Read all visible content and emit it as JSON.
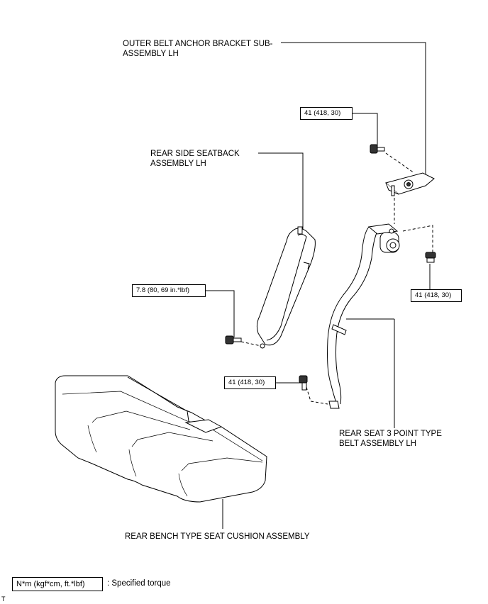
{
  "labels": {
    "outer_bracket": [
      "OUTER BELT ANCHOR BRACKET SUB-",
      "ASSEMBLY LH"
    ],
    "rear_side_seatback": [
      "REAR SIDE SEATBACK",
      "ASSEMBLY LH"
    ],
    "rear_seat_belt": [
      "REAR SEAT 3 POINT TYPE",
      "BELT ASSEMBLY LH"
    ],
    "rear_bench_cushion": "REAR BENCH TYPE SEAT CUSHION ASSEMBLY"
  },
  "torque": {
    "bracket_bolt": "41 (418, 30)",
    "seatback_bolt": "7.8 (80, 69 in.*lbf)",
    "belt_lower_bolt": "41 (418, 30)",
    "belt_anchor_nut": "41 (418, 30)"
  },
  "legend": {
    "unit": "N*m (kgf*cm, ft.*lbf)",
    "description": ": Specified torque"
  },
  "corner_mark": "T"
}
